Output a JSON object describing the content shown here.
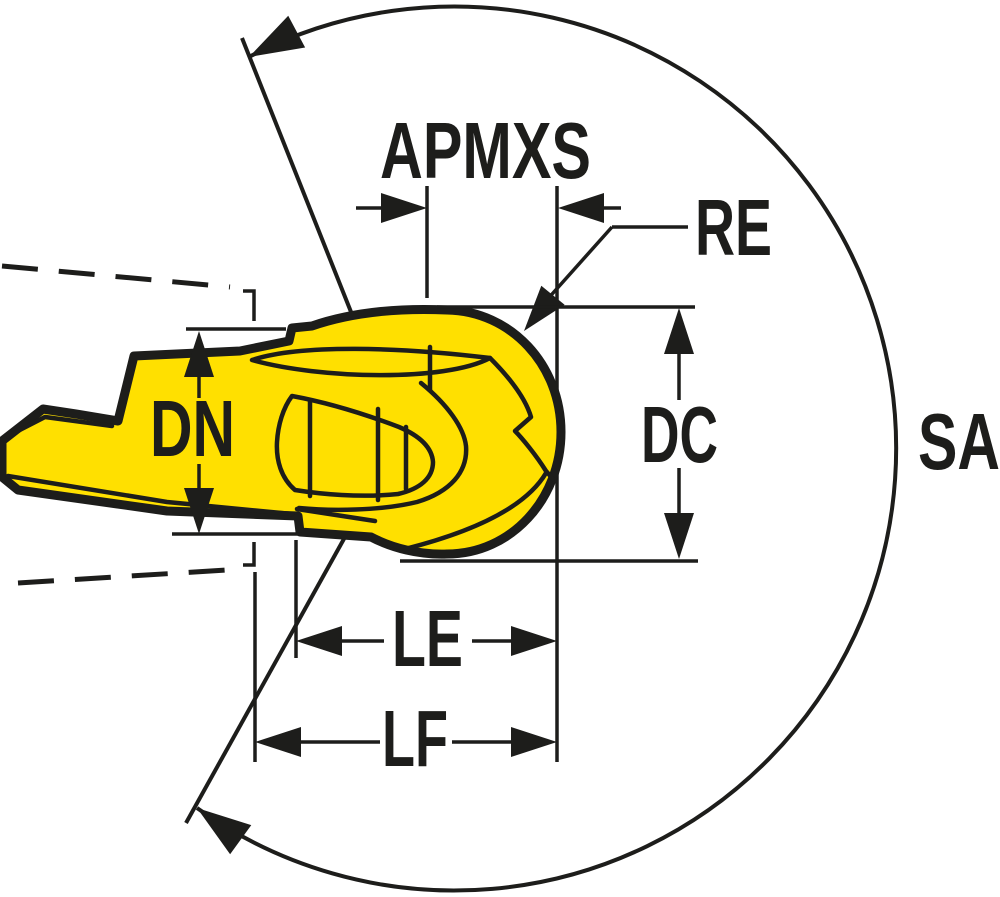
{
  "diagram": {
    "labels": {
      "apmxs": "APMXS",
      "re": "RE",
      "dn": "DN",
      "dc": "DC",
      "sa": "SA",
      "le": "LE",
      "lf": "LF"
    },
    "colors": {
      "insert_fill": "#ffe000",
      "line": "#1d1d1b",
      "background": "#ffffff"
    }
  }
}
